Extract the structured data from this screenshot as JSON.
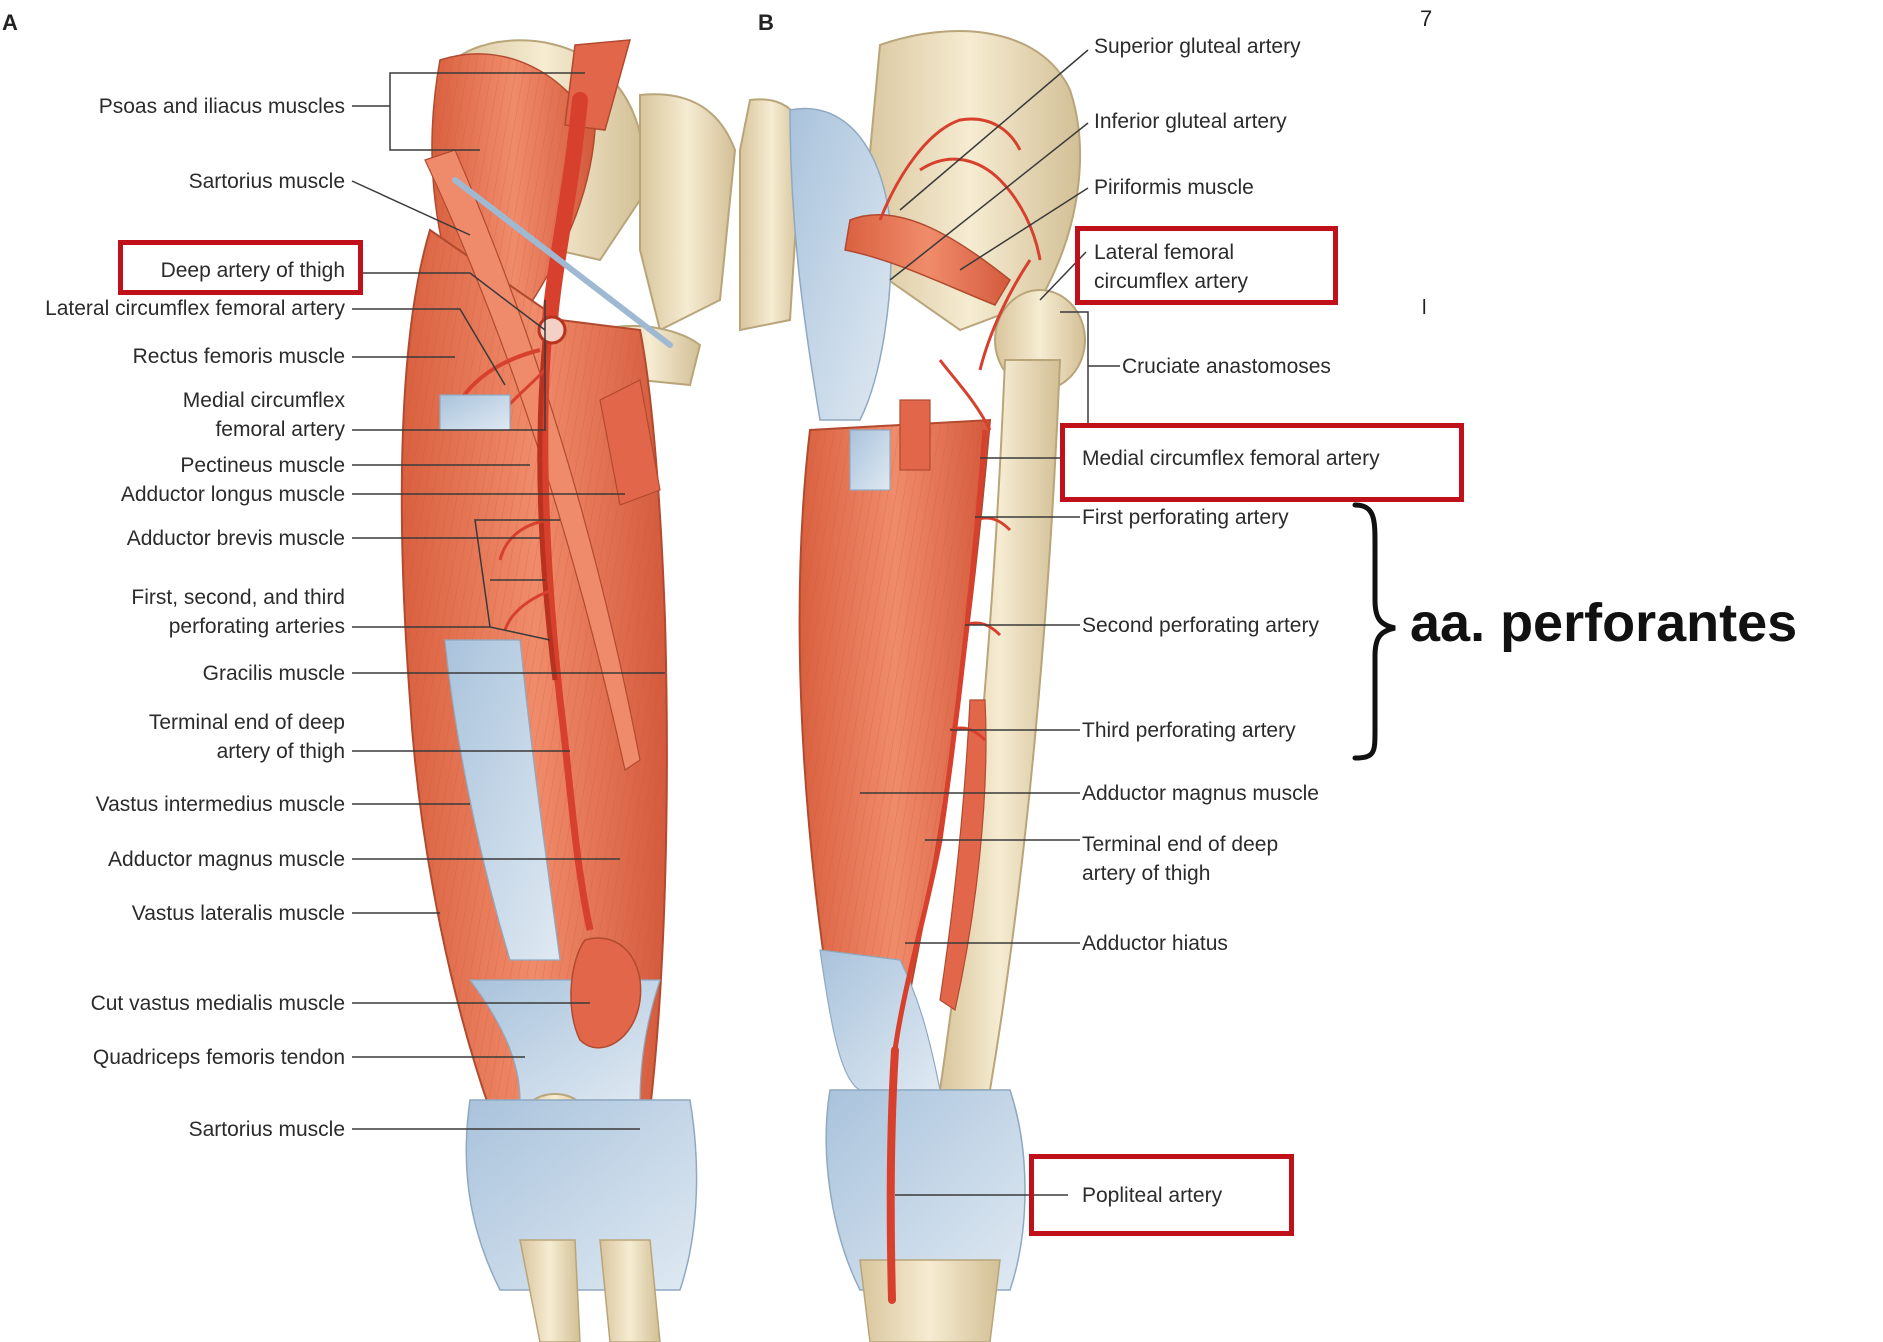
{
  "panels": {
    "a_letter": "A",
    "b_letter": "B",
    "edge_fragment_right": "7",
    "edge_fragment_mid": "l"
  },
  "left_labels": [
    {
      "id": "psoas-iliacus",
      "lines": [
        "Psoas and iliacus muscles"
      ]
    },
    {
      "id": "sartorius-top",
      "lines": [
        "Sartorius muscle"
      ]
    },
    {
      "id": "deep-artery-thigh",
      "lines": [
        "Deep artery of thigh"
      ],
      "highlighted": true
    },
    {
      "id": "lateral-circumflex-a",
      "lines": [
        "Lateral circumflex femoral artery"
      ]
    },
    {
      "id": "rectus-femoris",
      "lines": [
        "Rectus femoris muscle"
      ]
    },
    {
      "id": "medial-circumflex-a",
      "lines": [
        "Medial circumflex",
        "femoral artery"
      ]
    },
    {
      "id": "pectineus",
      "lines": [
        "Pectineus muscle"
      ]
    },
    {
      "id": "adductor-longus",
      "lines": [
        "Adductor longus muscle"
      ]
    },
    {
      "id": "adductor-brevis",
      "lines": [
        "Adductor brevis muscle"
      ]
    },
    {
      "id": "perforating-arteries",
      "lines": [
        "First, second, and third",
        "perforating arteries"
      ]
    },
    {
      "id": "gracilis",
      "lines": [
        "Gracilis muscle"
      ]
    },
    {
      "id": "terminal-end-a",
      "lines": [
        "Terminal end of deep",
        "artery of thigh"
      ]
    },
    {
      "id": "vastus-intermedius",
      "lines": [
        "Vastus intermedius muscle"
      ]
    },
    {
      "id": "adductor-magnus-a",
      "lines": [
        "Adductor magnus muscle"
      ]
    },
    {
      "id": "vastus-lateralis",
      "lines": [
        "Vastus lateralis muscle"
      ]
    },
    {
      "id": "cut-vastus-medialis",
      "lines": [
        "Cut vastus medialis muscle"
      ]
    },
    {
      "id": "quadriceps-tendon",
      "lines": [
        "Quadriceps femoris tendon"
      ]
    },
    {
      "id": "sartorius-bottom",
      "lines": [
        "Sartorius muscle"
      ]
    }
  ],
  "right_labels": [
    {
      "id": "superior-gluteal",
      "lines": [
        "Superior gluteal artery"
      ]
    },
    {
      "id": "inferior-gluteal",
      "lines": [
        "Inferior gluteal artery"
      ]
    },
    {
      "id": "piriformis",
      "lines": [
        "Piriformis muscle"
      ]
    },
    {
      "id": "lateral-circumflex-b",
      "lines": [
        "Lateral femoral",
        "circumflex artery"
      ],
      "highlighted": true
    },
    {
      "id": "cruciate",
      "lines": [
        "Cruciate anastomoses"
      ]
    },
    {
      "id": "medial-circumflex-b",
      "lines": [
        "Medial circumflex femoral artery"
      ],
      "highlighted": true
    },
    {
      "id": "first-perforating",
      "lines": [
        "First perforating artery"
      ]
    },
    {
      "id": "second-perforating",
      "lines": [
        "Second perforating artery"
      ]
    },
    {
      "id": "third-perforating",
      "lines": [
        "Third perforating artery"
      ]
    },
    {
      "id": "adductor-magnus-b",
      "lines": [
        "Adductor magnus muscle"
      ]
    },
    {
      "id": "terminal-end-b",
      "lines": [
        "Terminal end of deep",
        "artery of thigh"
      ]
    },
    {
      "id": "adductor-hiatus",
      "lines": [
        "Adductor hiatus"
      ]
    },
    {
      "id": "popliteal",
      "lines": [
        "Popliteal artery"
      ],
      "highlighted": true
    }
  ],
  "annotation": {
    "group_label": "aa. perforantes"
  },
  "colors": {
    "muscle": "#e8765a",
    "muscle_light": "#f09a7e",
    "muscle_dark": "#c9553a",
    "tendon": "#b9cfe3",
    "tendon_light": "#dbe7f1",
    "bone": "#efe3c4",
    "bone_dark": "#d3c19a",
    "artery": "#d8402e",
    "highlight_box": "#c0111b",
    "leader_line": "#3a3a3a"
  }
}
